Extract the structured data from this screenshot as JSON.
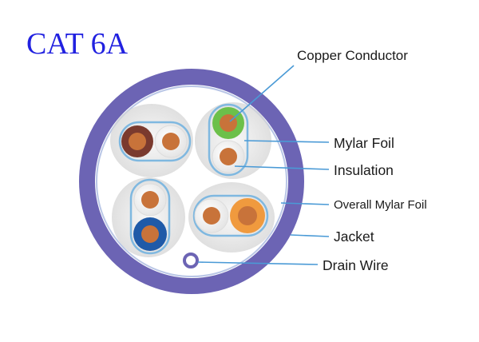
{
  "title": "CAT 6A",
  "labels": {
    "copper_conductor": "Copper Conductor",
    "mylar_foil": "Mylar Foil",
    "insulation": "Insulation",
    "overall_mylar_foil": "Overall Mylar Foil",
    "jacket": "Jacket",
    "drain_wire": "Drain Wire"
  },
  "colors": {
    "title": "#2121e0",
    "jacket": "#6c64b4",
    "leader_line": "#4a9ad6",
    "copper": "#c8733a",
    "pair_brown": "#7a3a2e",
    "pair_green": "#6cc04a",
    "pair_blue": "#1f5aa8",
    "pair_orange": "#f09a3e"
  }
}
